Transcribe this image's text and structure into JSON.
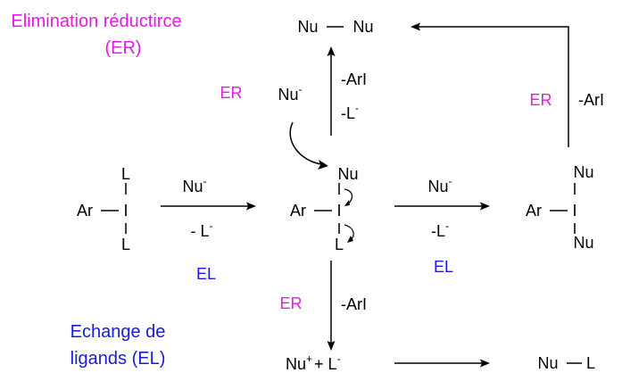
{
  "colors": {
    "magenta": "#e619e6",
    "blue": "#1a1ad9",
    "black": "#000000"
  },
  "labels": {
    "er_title_line1": "Elimination réductirce",
    "er_title_line2": "(ER)",
    "el_title_line1": "Echange de",
    "el_title_line2": "ligands (EL)",
    "er_top": "ER",
    "er_right": "ER",
    "er_bottom": "ER",
    "el_left": "EL",
    "el_right": "EL"
  },
  "species": {
    "ar": "Ar",
    "iodine": "I",
    "ligand": "L",
    "nu": "Nu",
    "minus": "-",
    "plus": "+",
    "nu_nu": "Nu",
    "nu_l_product": "Nu",
    "nu_plus_l_sum": "+ L"
  },
  "reagents": {
    "nu_minus": "Nu",
    "minus_l_minus_left": "- L",
    "minus_l_minus_right": "-L",
    "minus_arl": "-ArI",
    "minus_l_minus_up": "-L"
  }
}
